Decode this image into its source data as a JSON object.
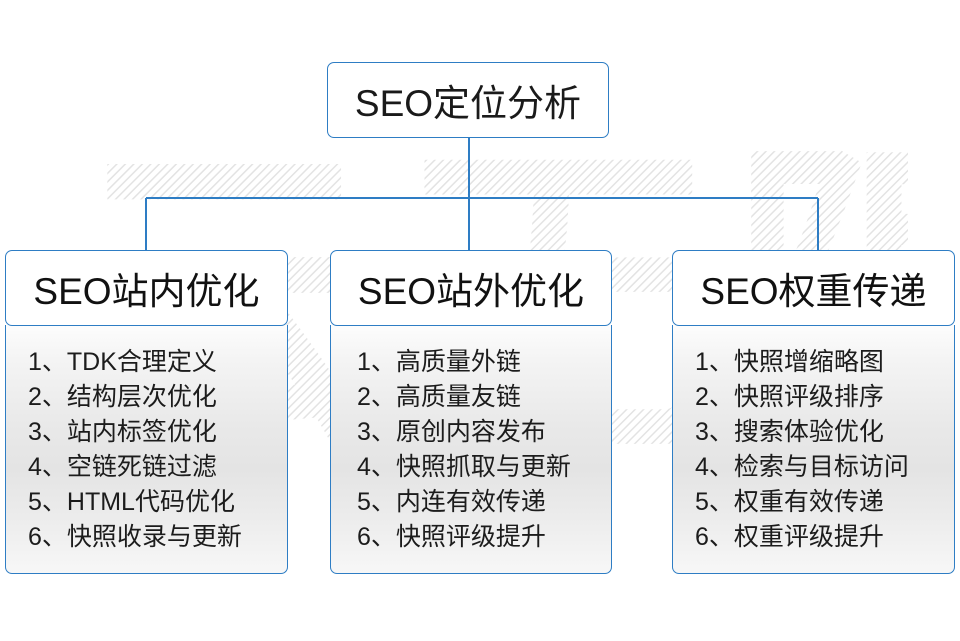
{
  "watermark": {
    "text": "云无限"
  },
  "theme": {
    "border_color": "#2e7dc4",
    "text_color": "#1a1a1a",
    "background": "#ffffff"
  },
  "root": {
    "title": "SEO定位分析"
  },
  "columns": [
    {
      "title": "SEO站内优化",
      "items": [
        "1、TDK合理定义",
        "2、结构层次优化",
        "3、站内标签优化",
        "4、空链死链过滤",
        "5、HTML代码优化",
        "6、快照收录与更新"
      ]
    },
    {
      "title": "SEO站外优化",
      "items": [
        "1、高质量外链",
        "2、高质量友链",
        "3、原创内容发布",
        "4、快照抓取与更新",
        "5、内连有效传递",
        "6、快照评级提升"
      ]
    },
    {
      "title": "SEO权重传递",
      "items": [
        "1、快照增缩略图",
        "2、快照评级排序",
        "3、搜索体验优化",
        "4、检索与目标访问",
        "5、权重有效传递",
        "6、权重评级提升"
      ]
    }
  ]
}
